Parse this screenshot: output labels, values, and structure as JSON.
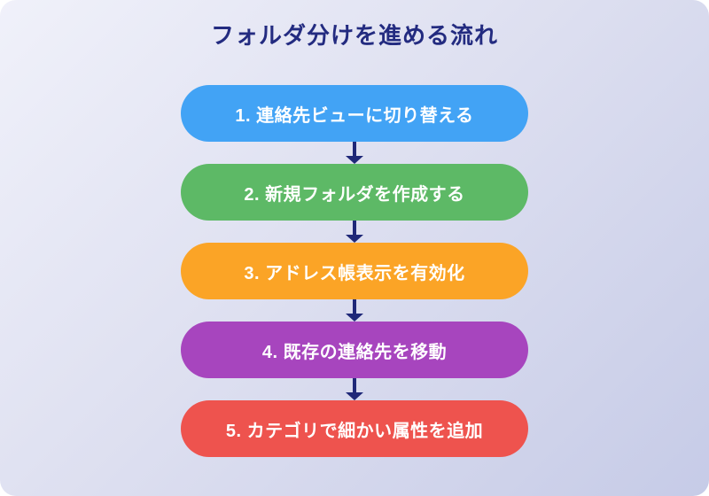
{
  "title": "フォルダ分けを進める流れ",
  "steps": [
    {
      "label": "1. 連絡先ビューに切り替える",
      "color": "#42A3F5"
    },
    {
      "label": "2. 新規フォルダを作成する",
      "color": "#5DB966"
    },
    {
      "label": "3. アドレス帳表示を有効化",
      "color": "#FBA426"
    },
    {
      "label": "4. 既存の連絡先を移動",
      "color": "#A745BE"
    },
    {
      "label": "5. カテゴリで細かい属性を追加",
      "color": "#EE534E"
    }
  ],
  "colors": {
    "title_text": "#232B80",
    "arrow": "#1F2878",
    "step_text": "#FFFFFF",
    "background_start": "#F0F1FA",
    "background_end": "#C6CBE7"
  }
}
